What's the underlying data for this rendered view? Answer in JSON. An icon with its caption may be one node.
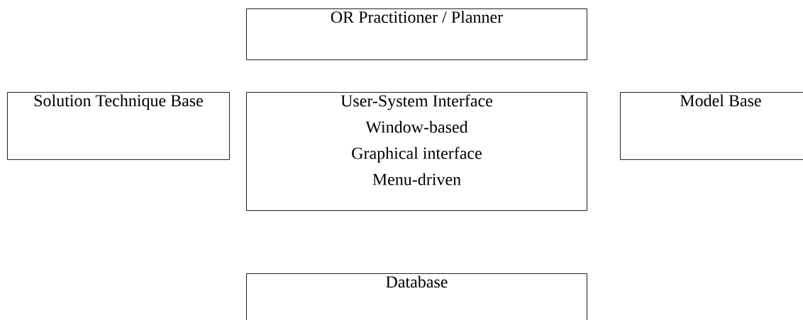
{
  "diagram": {
    "nodes": [
      {
        "text": [
          "OR Practitioner / Planner"
        ]
      },
      {
        "text": [
          "Solution Technique Base"
        ]
      },
      {
        "text": [
          "User-System Interface",
          "Window-based",
          "Graphical interface",
          "Menu-driven"
        ]
      },
      {
        "text": [
          "Model Base"
        ]
      },
      {
        "text": [
          "Database"
        ]
      }
    ]
  }
}
